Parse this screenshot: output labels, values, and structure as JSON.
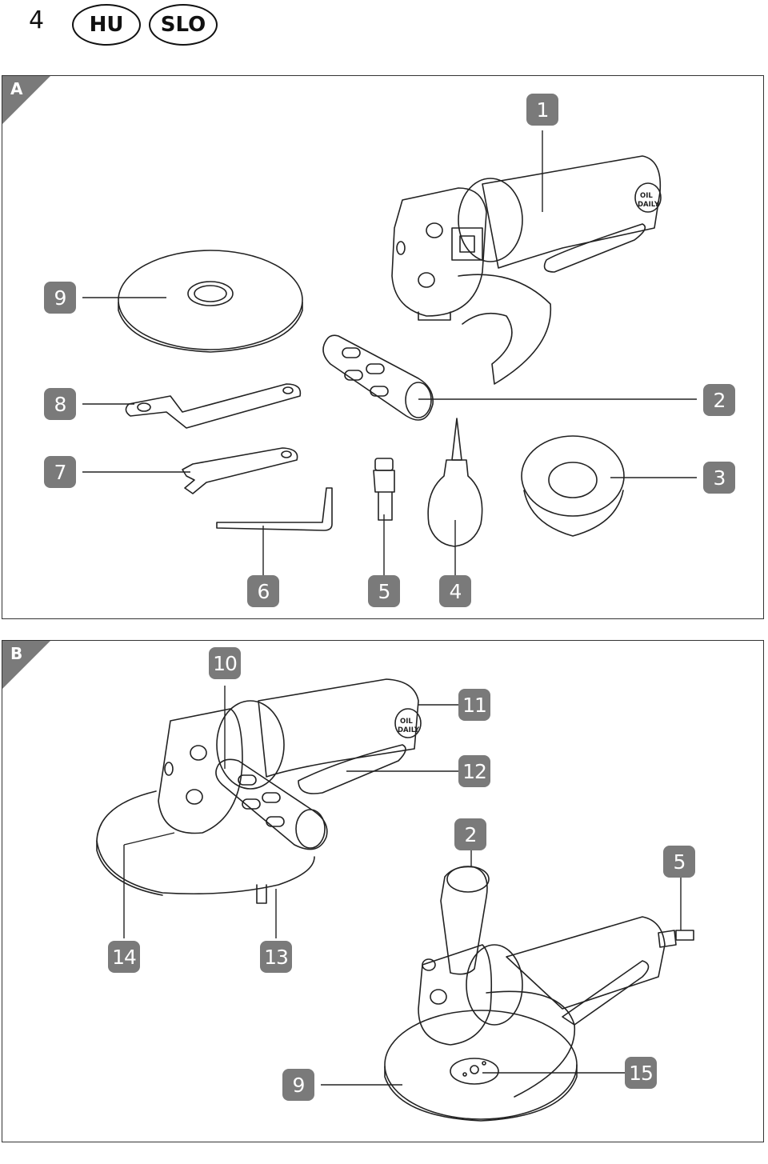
{
  "header": {
    "page_number": "4",
    "languages": [
      "HU",
      "SLO"
    ]
  },
  "panel_a": {
    "label": "A",
    "callouts": [
      "1",
      "9",
      "8",
      "2",
      "7",
      "3",
      "6",
      "5",
      "4"
    ]
  },
  "panel_b": {
    "label": "B",
    "callouts": [
      "10",
      "11",
      "12",
      "2",
      "5",
      "14",
      "13",
      "9",
      "15"
    ]
  },
  "tool_marking": {
    "line1": "OIL",
    "line2": "DAILY"
  }
}
